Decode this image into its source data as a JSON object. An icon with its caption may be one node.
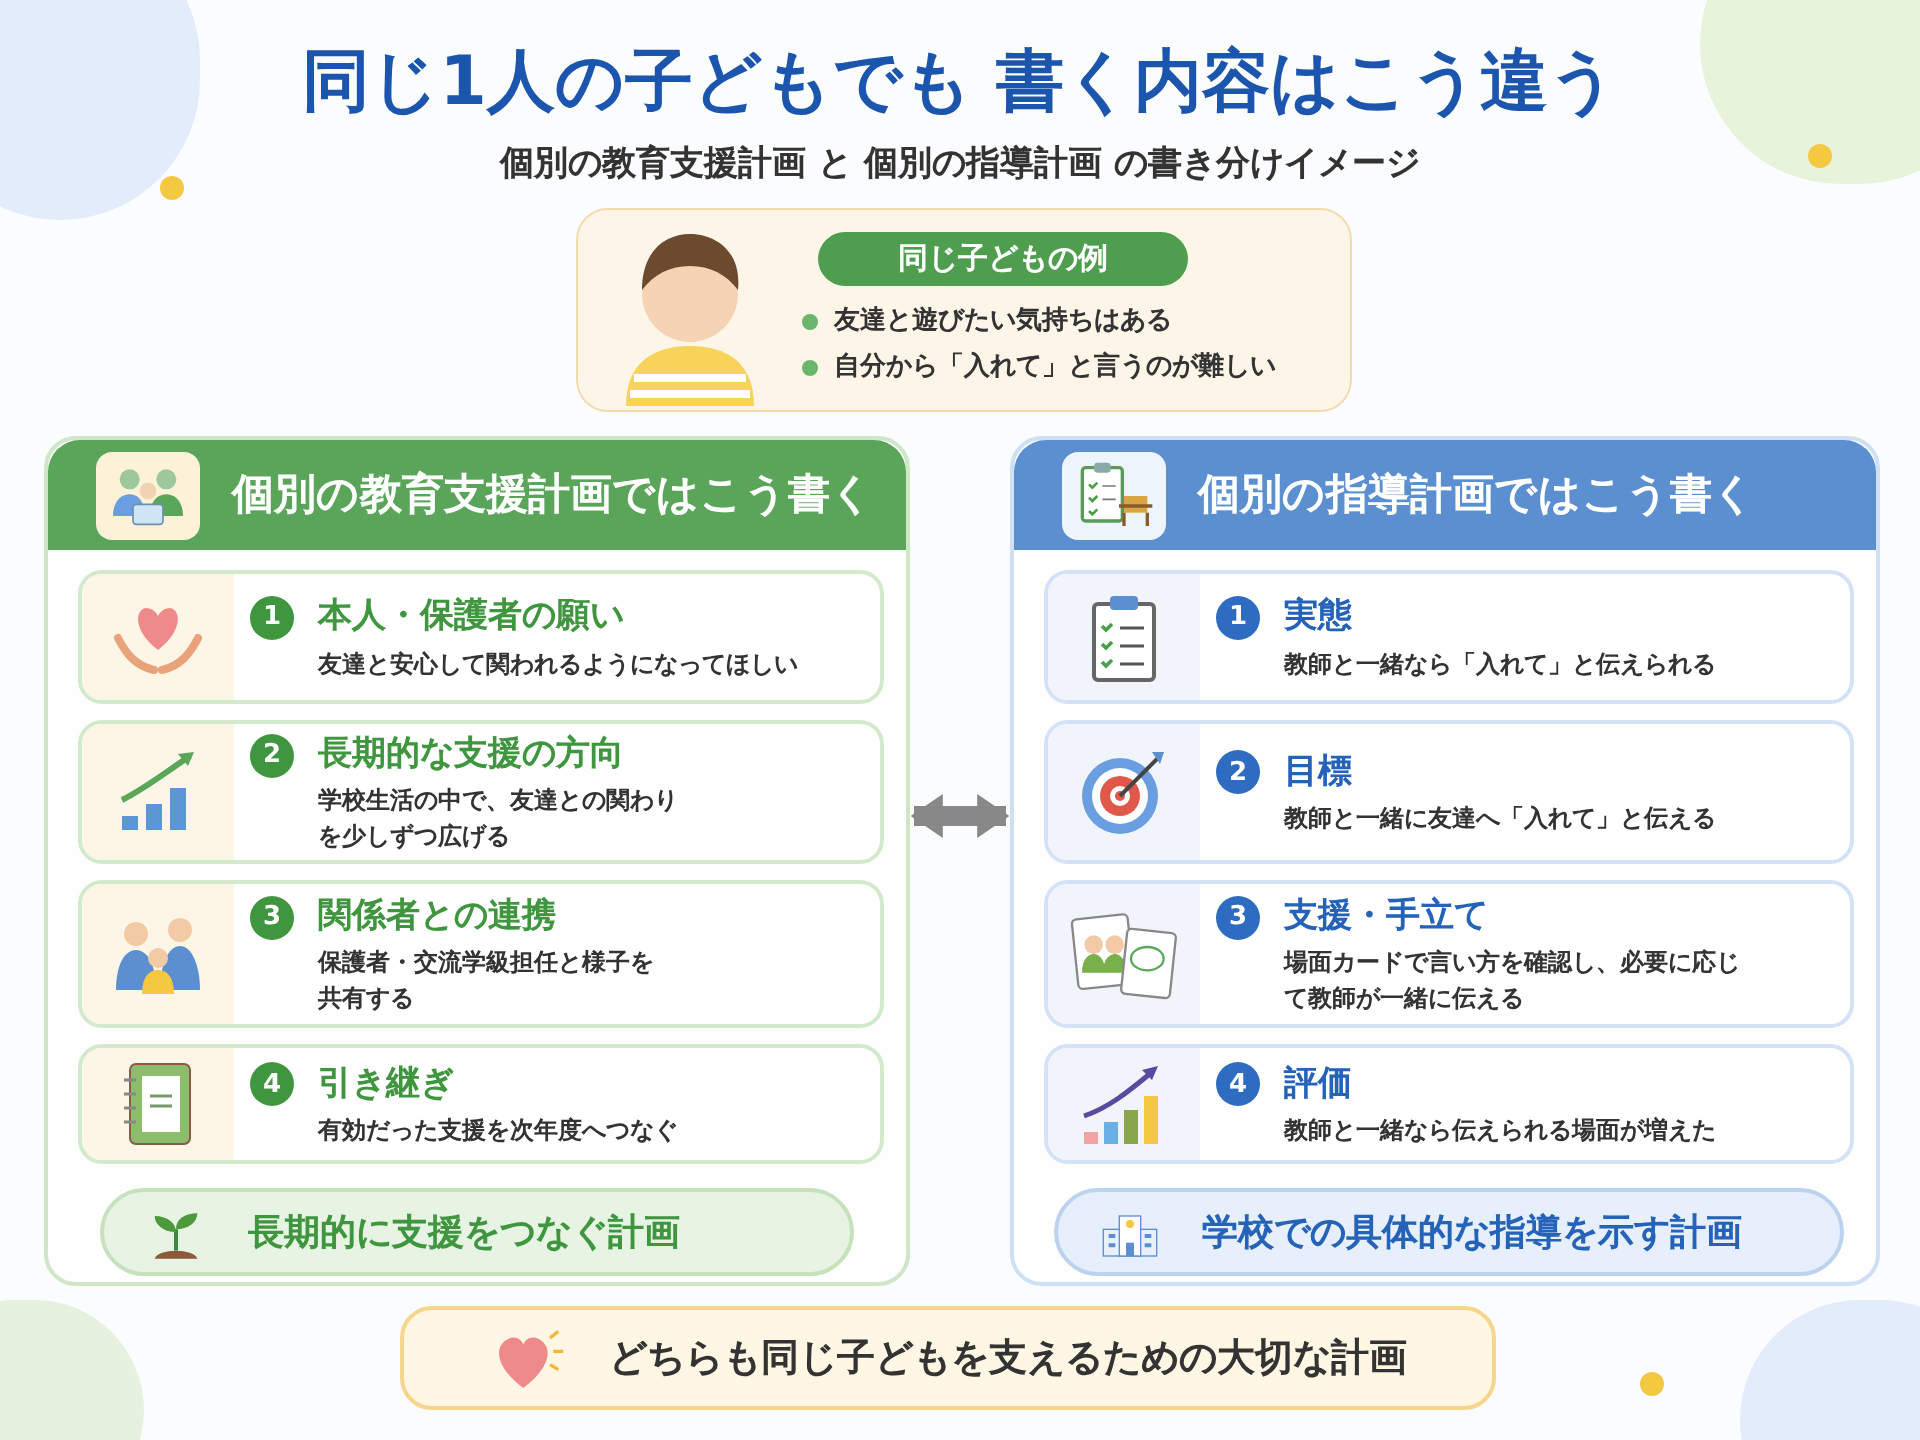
{
  "diagram": {
    "title": "同じ1人の子どもでも 書く内容はこう違う",
    "nodes": [
      {
        "text": [
          "同じ子どもの例",
          "友達と遊びたい気持ちはある",
          "自分から「入れて」と言うのが難しい"
        ]
      },
      {
        "text": [
          "個別の教育支援計画ではこう書く"
        ]
      },
      {
        "text": [
          "1",
          "本人・保護者の願い",
          "友達と安心して関われるようになってほしい"
        ],
        "in": 1
      },
      {
        "text": [
          "2",
          "長期的な支援の方向",
          "学校生活の中で、友達との関わりを少しずつ広げる"
        ],
        "in": 1
      },
      {
        "text": [
          "3",
          "関係者との連携",
          "保護者・交流学級担任と様子を共有する"
        ],
        "in": 1
      },
      {
        "text": [
          "4",
          "引き継ぎ",
          "有効だった支援を次年度へつなぐ"
        ],
        "in": 1
      },
      {
        "text": [
          "長期的に支援をつなぐ計画"
        ],
        "in": 1
      },
      {
        "text": [
          "個別の指導計画ではこう書く"
        ]
      },
      {
        "text": [
          "1",
          "実態",
          "教師と一緒なら「入れて」と伝えられる"
        ],
        "in": 7
      },
      {
        "text": [
          "2",
          "目標",
          "教師と一緒に友達へ「入れて」と伝える"
        ],
        "in": 7
      },
      {
        "text": [
          "3",
          "支援・手立て",
          "場面カードで言い方を確認し、必要に応じて教師が一緒に伝える"
        ],
        "in": 7
      },
      {
        "text": [
          "4",
          "評価",
          "教師と一緒なら伝えられる場面が増えた"
        ],
        "in": 7
      },
      {
        "text": [
          "学校での具体的な指導を示す計画"
        ],
        "in": 7
      },
      {
        "text": [
          "どちらも同じ子どもを支えるための大切な計画"
        ]
      }
    ],
    "edges": [
      {
        "from": 1,
        "to": 7,
        "arrow": "both"
      }
    ],
    "labels": [
      "個別の教育支援計画 と 個別の指導計画 の書き分けイメージ"
    ]
  }
}
